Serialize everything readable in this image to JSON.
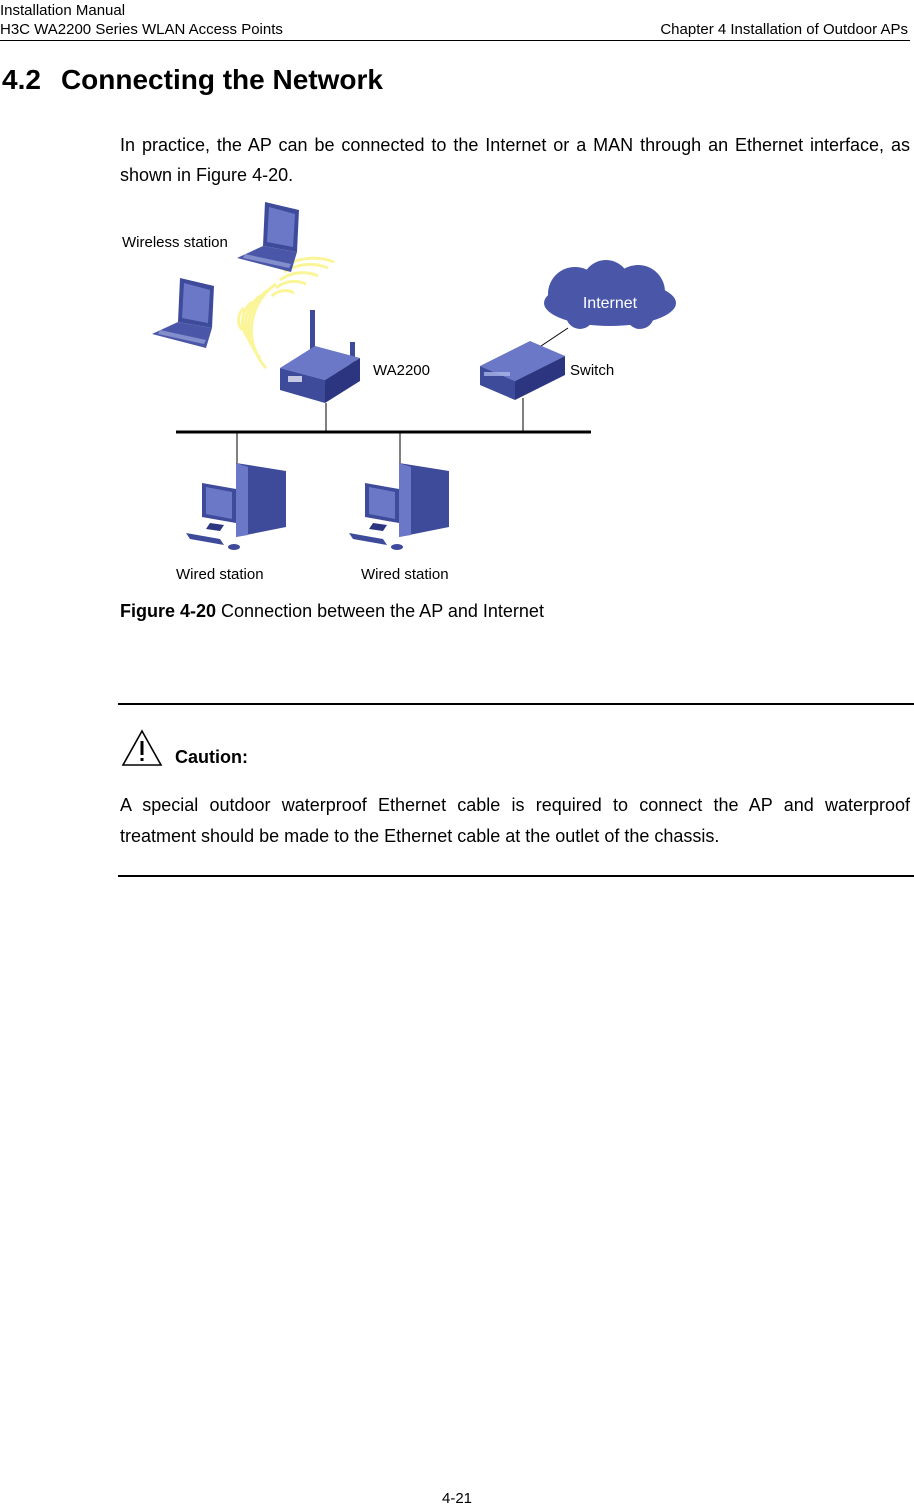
{
  "header": {
    "manual": "Installation Manual",
    "product": "H3C WA2200 Series WLAN Access Points",
    "chapter": "Chapter 4  Installation of Outdoor APs"
  },
  "section": {
    "number": "4.2",
    "title": "Connecting the Network"
  },
  "intro": "In practice, the AP can be connected to the Internet or a MAN through an Ethernet interface, as shown in Figure 4-20.",
  "figure": {
    "labels": {
      "wireless_station": "Wireless station",
      "ap": "WA2200",
      "switch": "Switch",
      "internet": "Internet",
      "wired_station_1": "Wired station",
      "wired_station_2": "Wired station"
    },
    "icons": [
      "laptop-icon",
      "access-point-icon",
      "wifi-signal-icon",
      "switch-icon",
      "internet-cloud-icon",
      "desktop-pc-icon"
    ],
    "colors": {
      "device": "#3e4a9a",
      "device_light": "#6b78c8",
      "signal": "#fbf59a",
      "cloud": "#4a57a8"
    },
    "caption_label": "Figure 4-20",
    "caption_text": " Connection between the AP and Internet"
  },
  "caution": {
    "icon": "warning-triangle-icon",
    "label": "Caution:",
    "text": "A special outdoor waterproof Ethernet cable is required to connect the AP and waterproof treatment should be made to the Ethernet cable at the outlet of the chassis."
  },
  "footer": {
    "page": "4-21"
  }
}
